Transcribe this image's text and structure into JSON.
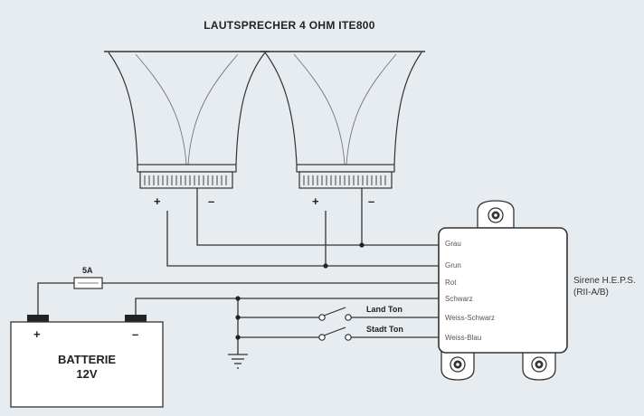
{
  "title": "LAUTSPRECHER 4 OHM ITE800",
  "speakers": [
    {
      "plus": "+",
      "minus": "–"
    },
    {
      "plus": "+",
      "minus": "–"
    }
  ],
  "fuse": {
    "rating": "5A"
  },
  "battery": {
    "name": "BATTERIE",
    "voltage": "12V",
    "plus": "+",
    "minus": "–"
  },
  "switches": [
    {
      "label": "Land Ton"
    },
    {
      "label": "Stadt Ton"
    }
  ],
  "siren": {
    "name": "Sirene H.E.P.S.",
    "model": "(RII-A/B)",
    "wires": [
      "Grau",
      "Grun",
      "Rot",
      "Schwarz",
      "Weiss-Schwarz",
      "Weiss-Blau"
    ]
  }
}
